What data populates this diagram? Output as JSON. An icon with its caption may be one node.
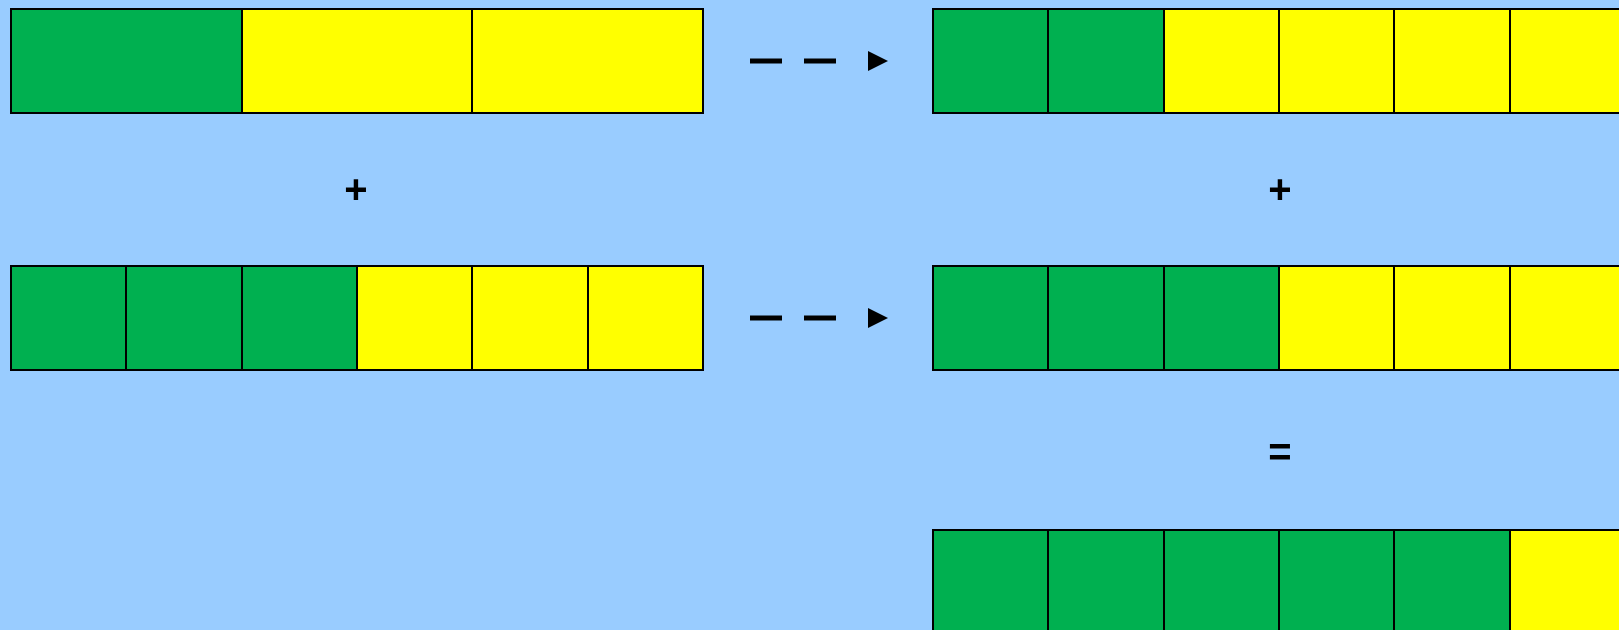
{
  "diagram": {
    "nodes": [
      {
        "text": [],
        "shape": "bar"
      },
      {
        "text": [],
        "shape": "box",
        "in": 0
      },
      {
        "text": [],
        "shape": "box",
        "in": 0
      },
      {
        "text": [],
        "shape": "box",
        "in": 0
      },
      {
        "text": [],
        "shape": "bar"
      },
      {
        "text": [],
        "shape": "box",
        "in": 4
      },
      {
        "text": [],
        "shape": "box",
        "in": 4
      },
      {
        "text": [],
        "shape": "box",
        "in": 4
      },
      {
        "text": [],
        "shape": "box",
        "in": 4
      },
      {
        "text": [],
        "shape": "box",
        "in": 4
      },
      {
        "text": [],
        "shape": "box",
        "in": 4
      },
      {
        "text": [],
        "shape": "bar"
      },
      {
        "text": [],
        "shape": "box",
        "in": 11
      },
      {
        "text": [],
        "shape": "box",
        "in": 11
      },
      {
        "text": [],
        "shape": "box",
        "in": 11
      },
      {
        "text": [],
        "shape": "box",
        "in": 11
      },
      {
        "text": [],
        "shape": "box",
        "in": 11
      },
      {
        "text": [],
        "shape": "box",
        "in": 11
      },
      {
        "text": [],
        "shape": "bar"
      },
      {
        "text": [],
        "shape": "box",
        "in": 18
      },
      {
        "text": [],
        "shape": "box",
        "in": 18
      },
      {
        "text": [],
        "shape": "box",
        "in": 18
      },
      {
        "text": [],
        "shape": "box",
        "in": 18
      },
      {
        "text": [],
        "shape": "box",
        "in": 18
      },
      {
        "text": [],
        "shape": "box",
        "in": 18
      },
      {
        "text": [],
        "shape": "bar"
      },
      {
        "text": [],
        "shape": "box",
        "in": 25
      },
      {
        "text": [],
        "shape": "box",
        "in": 25
      },
      {
        "text": [],
        "shape": "box",
        "in": 25
      },
      {
        "text": [],
        "shape": "box",
        "in": 25
      },
      {
        "text": [],
        "shape": "box",
        "in": 25
      },
      {
        "text": [],
        "shape": "box",
        "in": 25
      }
    ],
    "edges": [
      {
        "from": 0,
        "to": 4,
        "arrow": "to",
        "style": "dashed"
      },
      {
        "from": 11,
        "to": 18,
        "arrow": "to",
        "style": "dashed"
      }
    ],
    "labels": [
      "+",
      "+",
      "="
    ]
  }
}
